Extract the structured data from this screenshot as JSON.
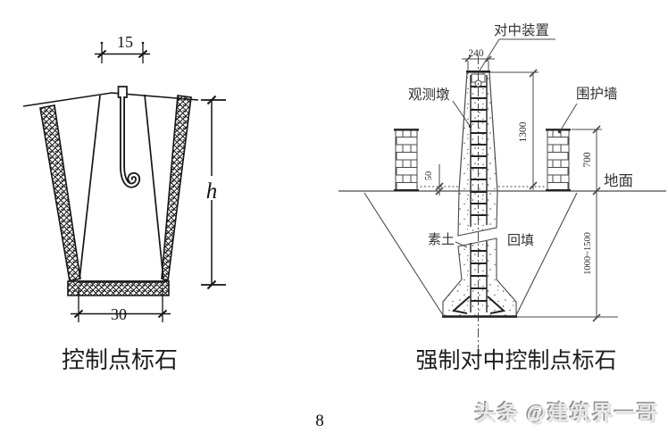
{
  "page": {
    "number": "8"
  },
  "watermark": {
    "text": "头条 @建筑界一哥"
  },
  "figures": {
    "left": {
      "caption": "控制点标石",
      "dim_top_width": "15",
      "dim_bottom_width": "30",
      "dim_height": "h"
    },
    "right": {
      "caption": "强制对中控制点标石",
      "label_centering_device": "对中装置",
      "label_observation_pier": "观测墩",
      "label_enclosure_wall": "围护墙",
      "label_ground": "地面",
      "label_plain_soil": "素土",
      "label_backfill": "回填",
      "dim_pier_top_width": "240",
      "dim_pier_height": "1300",
      "dim_wall_height": "700",
      "dim_apron_height": "50",
      "dim_pit_depth": "1000~1500"
    }
  },
  "colors": {
    "ink_left_figure": "#161616",
    "ink_right_figure": "#4a4a4a",
    "watermark_gray": "#8f8f8f"
  }
}
